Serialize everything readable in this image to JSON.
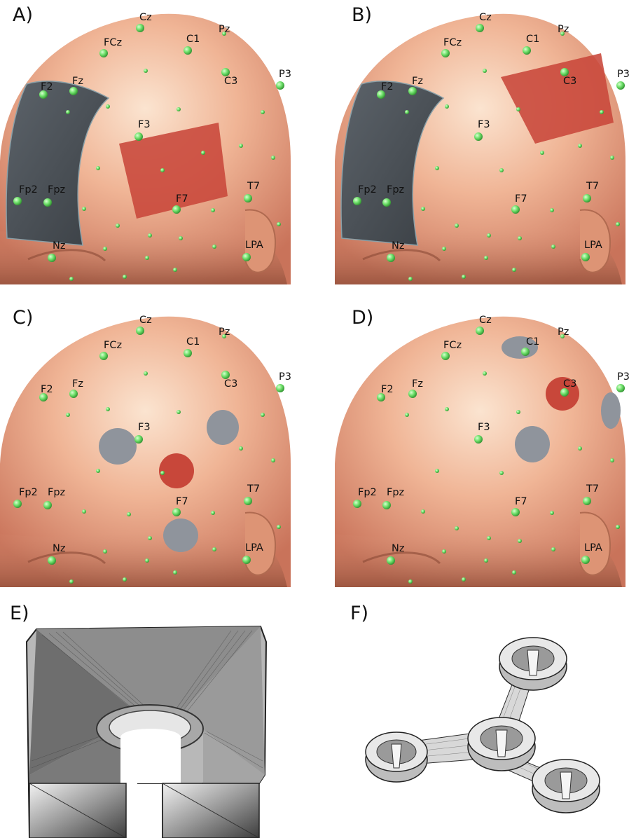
{
  "panels": {
    "a": {
      "letter": "A)"
    },
    "b": {
      "letter": "B)"
    },
    "c": {
      "letter": "C)"
    },
    "d": {
      "letter": "D)"
    },
    "e": {
      "letter": "E)"
    },
    "f": {
      "letter": "F)"
    }
  },
  "electrode_labels": {
    "cz": "Cz",
    "pz": "Pz",
    "fcz": "FCz",
    "c1": "C1",
    "f2": "F2",
    "fz": "Fz",
    "c3": "C3",
    "p3": "P3",
    "f3": "F3",
    "fp2": "Fp2",
    "fpz": "Fpz",
    "f7": "F7",
    "t7": "T7",
    "nz": "Nz",
    "lpa": "LPA"
  },
  "colors": {
    "skin": "#e9a383",
    "skin_light": "#f7d7bf",
    "electrode": "#6ee06a",
    "anode": "#c8473a",
    "cathode": "#8f949c",
    "sponge": "#4b5157"
  }
}
